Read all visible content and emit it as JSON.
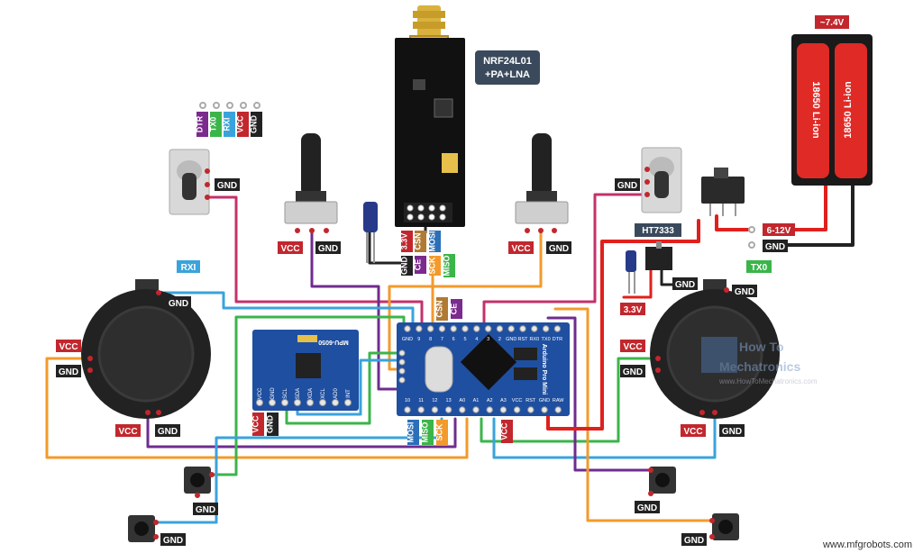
{
  "modules": {
    "nrf": {
      "line1": "NRF24L01",
      "line2": "+PA+LNA"
    },
    "regulator": "HT7333",
    "battery": {
      "voltage": "~7.4V",
      "cell_label": "18650 Li-ion"
    },
    "mpu": "MPU-6050",
    "arduino": "Arduino Pro Mini",
    "arduino_pins_top": [
      "10",
      "11",
      "12",
      "13",
      "A0",
      "A1",
      "A2",
      "A3",
      "VCC",
      "RST",
      "GND",
      "RAW"
    ],
    "arduino_pins_bottom": [
      "GND",
      "9",
      "8",
      "7",
      "6",
      "5",
      "4",
      "3",
      "2",
      "GND",
      "RST",
      "RX0",
      "TX0",
      "DTR"
    ],
    "mpu_pins": [
      "VCC",
      "GND",
      "SCL",
      "SDA",
      "XDA",
      "XCL",
      "AD0",
      "INT"
    ]
  },
  "labels": {
    "serial": [
      "DTR",
      "TX0",
      "RXI",
      "VCC",
      "GND"
    ],
    "gnd": "GND",
    "vcc": "VCC",
    "rxi": "RXI",
    "txo": "TX0",
    "v33": "3.3V",
    "input": "6-12V",
    "nrf_pins": [
      "3.3V",
      "CE",
      "SCK",
      "MISO",
      "CSN",
      "MOSI",
      "GND"
    ],
    "cen": [
      "CSN",
      "CE"
    ],
    "header_pins": [
      "MOSI",
      "MISO",
      "SCK"
    ]
  },
  "watermark": {
    "brand_line1": "How To",
    "brand_line2": "Mechatronics",
    "url": "www.HowToMechatronics.com",
    "site": "www.mfgrobots.com"
  },
  "colors": {
    "gnd": "#222222",
    "vcc": "#c1272d",
    "wire_red": "#e0201c",
    "wire_orange": "#f39a2b",
    "wire_purple": "#6f2c8f",
    "wire_blue": "#3aa3dc",
    "wire_green": "#3bb54a",
    "wire_pink": "#c4316b",
    "board_blue": "#1f4fa0"
  }
}
